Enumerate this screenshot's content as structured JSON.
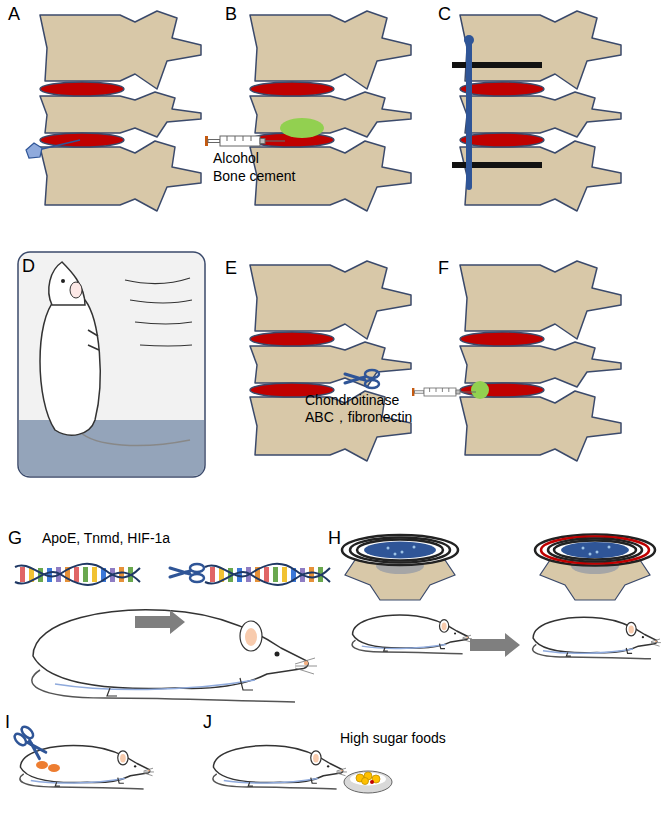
{
  "diagram": {
    "labels": [
      "A",
      "B",
      "C",
      "Alcohol",
      "Bone cement",
      "D",
      "E",
      "F",
      "Chondroitinase ABC，fibronectin",
      "G",
      "ApoE, Tnmd, HIF-1a",
      "H",
      "I",
      "J",
      "High sugar foods"
    ]
  }
}
